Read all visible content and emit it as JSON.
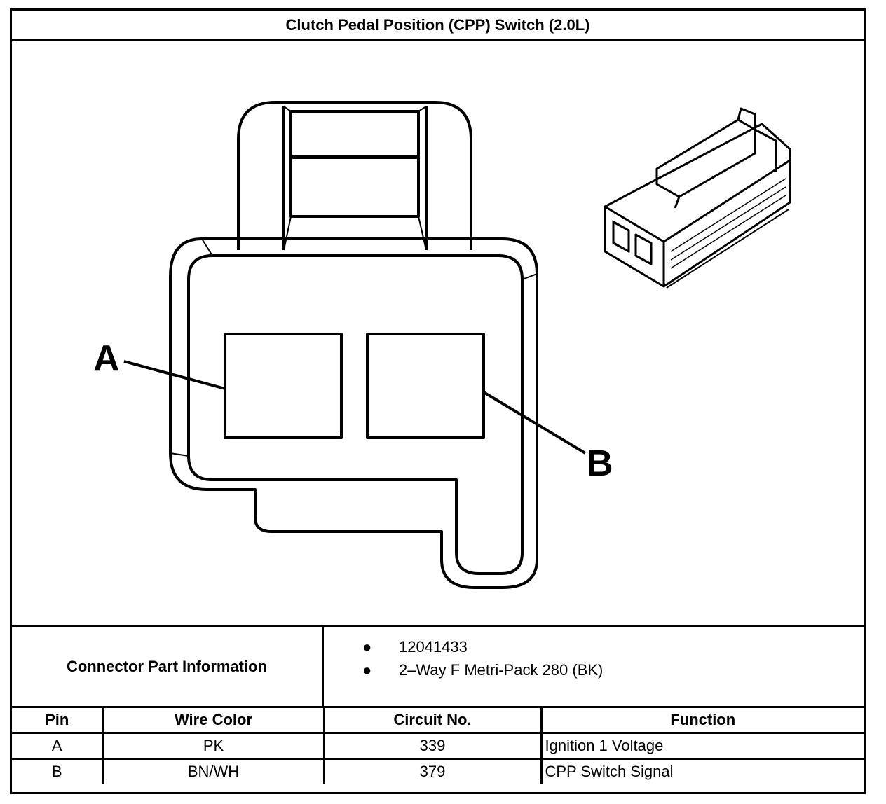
{
  "title": "Clutch Pedal Position (CPP) Switch (2.0L)",
  "diagram": {
    "pin_labels": [
      "A",
      "B"
    ]
  },
  "part_info": {
    "label": "Connector Part Information",
    "items": [
      "12041433",
      "2–Way F Metri-Pack 280 (BK)"
    ]
  },
  "pin_table": {
    "headers": [
      "Pin",
      "Wire Color",
      "Circuit No.",
      "Function"
    ],
    "rows": [
      {
        "pin": "A",
        "wire_color": "PK",
        "circuit": "339",
        "function": "Ignition 1 Voltage"
      },
      {
        "pin": "B",
        "wire_color": "BN/WH",
        "circuit": "379",
        "function": "CPP Switch Signal"
      }
    ]
  }
}
